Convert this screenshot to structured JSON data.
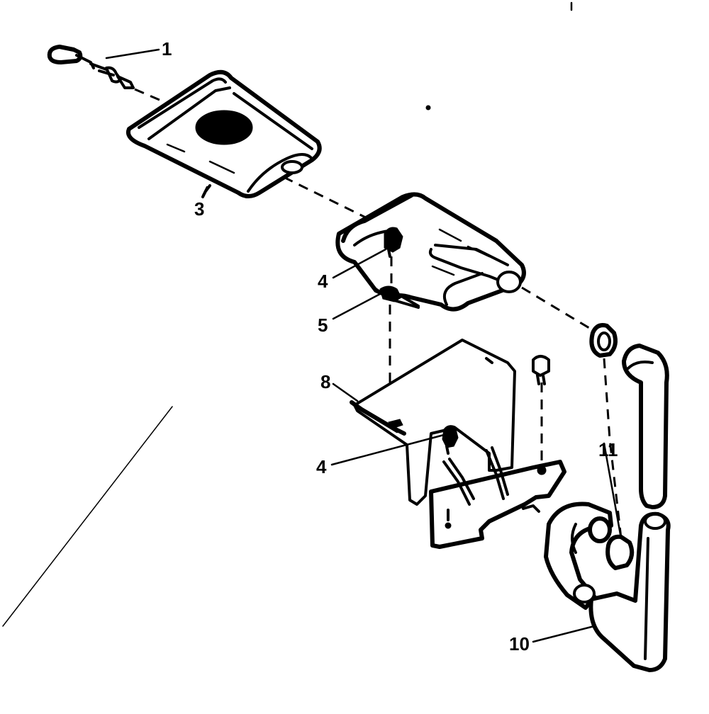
{
  "diagram": {
    "callouts": {
      "part_1": "1",
      "part_3": "3",
      "part_4_upper": "4",
      "part_5": "5",
      "part_8": "8",
      "part_4_lower": "4",
      "part_11": "11",
      "part_10": "10"
    }
  }
}
